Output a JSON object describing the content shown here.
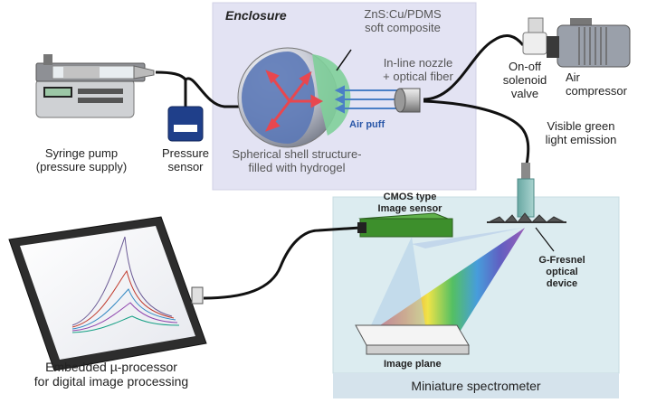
{
  "labels": {
    "enclosure": "Enclosure",
    "composite_line1": "ZnS:Cu/PDMS",
    "composite_line2": "soft composite",
    "nozzle_line1": "In-line nozzle",
    "nozzle_line2": "+ optical fiber",
    "air_puff": "Air puff",
    "shell_line1": "Spherical shell structure-",
    "shell_line2": "filled with hydrogel",
    "valve_line1": "On-off",
    "valve_line2": "solenoid",
    "valve_line3": "valve",
    "compressor_line1": "Air",
    "compressor_line2": "compressor",
    "emission_line1": "Visible green",
    "emission_line2": "light emission",
    "syringe_line1": "Syringe pump",
    "syringe_line2": "(pressure supply)",
    "sensor_line1": "Pressure",
    "sensor_line2": "sensor",
    "cmos_line1": "CMOS type",
    "cmos_line2": "Image sensor",
    "fresnel_line1": "G-Fresnel",
    "fresnel_line2": "optical",
    "fresnel_line3": "device",
    "image_plane": "Image plane",
    "spectrometer": "Miniature spectrometer",
    "processor_line1": "Embedded µ-processor",
    "processor_line2": "for digital image processing"
  },
  "colors": {
    "enclosure_bg": "#e3e3f3",
    "spectrometer_bg": "#dcecf0",
    "sensor_board": "#3d8f2c",
    "sphere": "#c9ccd6",
    "hydrogel": "#5b78b6",
    "arrows_red": "#e8474f",
    "air_puff": "#4a7fc6"
  }
}
